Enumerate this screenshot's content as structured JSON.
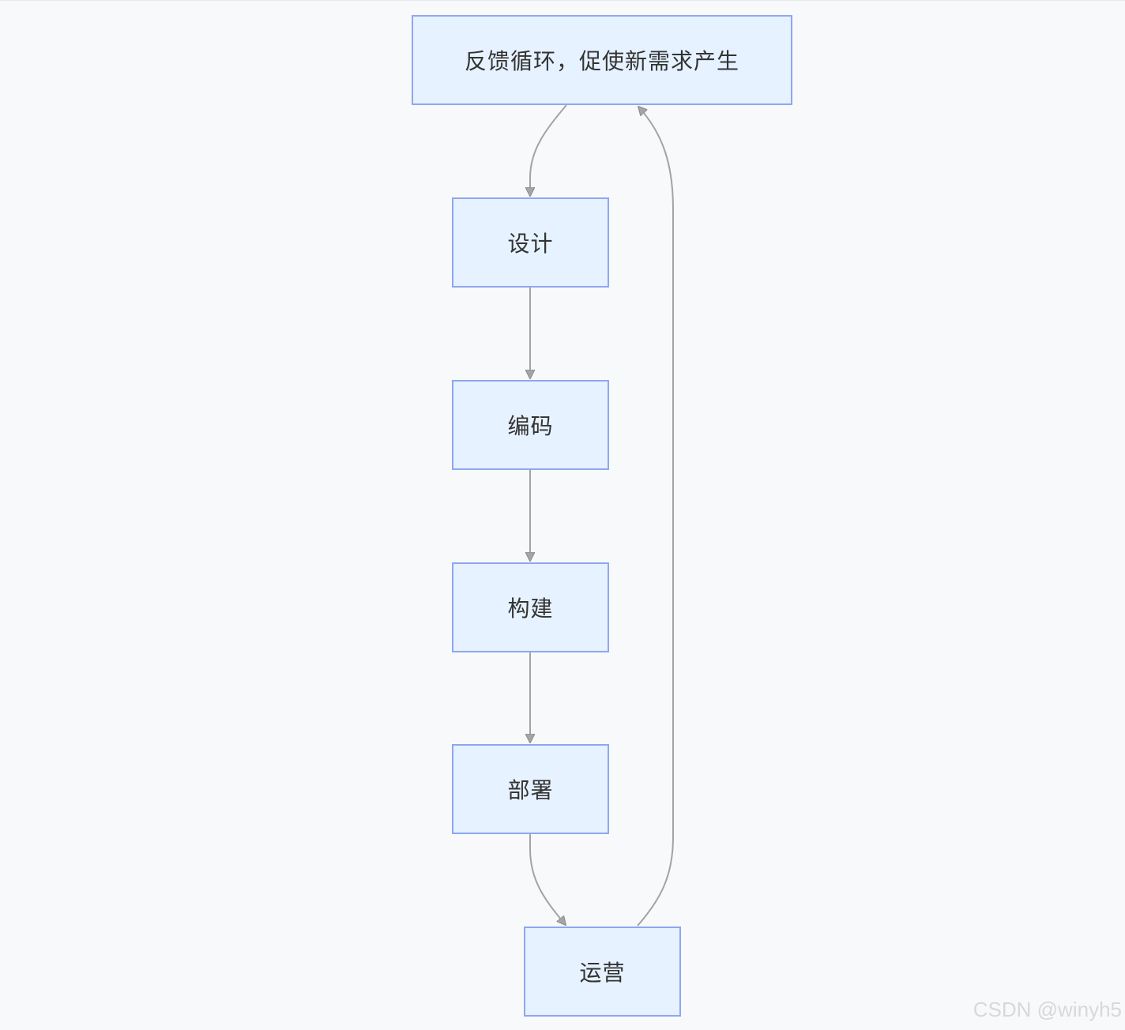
{
  "diagram": {
    "nodes": {
      "feedback": "反馈循环，促使新需求产生",
      "design": "设计",
      "coding": "编码",
      "build": "构建",
      "deploy": "部署",
      "operate": "运营"
    }
  },
  "watermark": "CSDN @winyh5",
  "colors": {
    "background": "#f8f9fa",
    "node_fill": "#e6f2ff",
    "node_border": "#8ea6f1",
    "edge": "#9e9e9e",
    "text": "#333333"
  }
}
